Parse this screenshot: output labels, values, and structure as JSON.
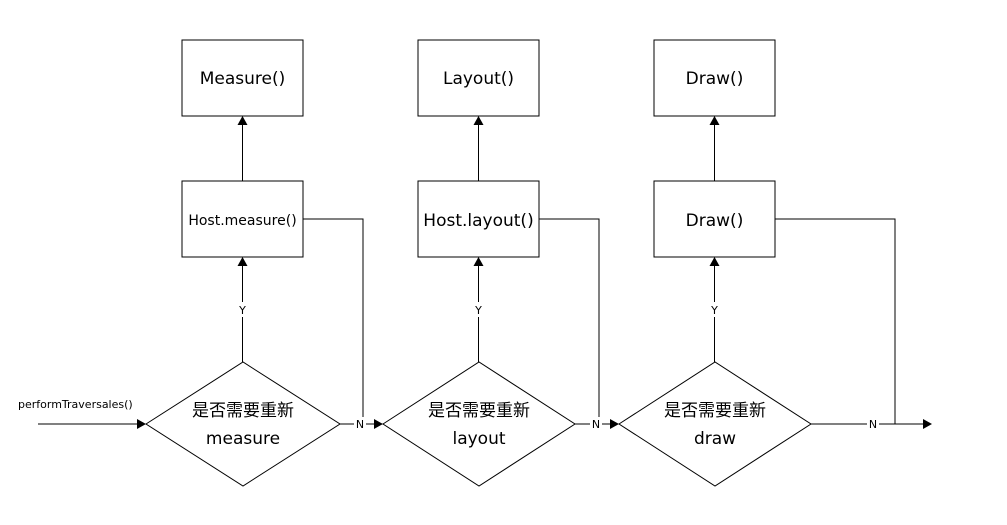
{
  "entry": {
    "label": "performTraversales()"
  },
  "stages": [
    {
      "id": "measure",
      "top_box": "Measure()",
      "host_box": "Host.measure()",
      "decision": [
        "是否需要重新",
        "measure"
      ],
      "yes": "Y",
      "no": "N"
    },
    {
      "id": "layout",
      "top_box": "Layout()",
      "host_box": "Host.layout()",
      "decision": [
        "是否需要重新",
        "layout"
      ],
      "yes": "Y",
      "no": "N"
    },
    {
      "id": "draw",
      "top_box": "Draw()",
      "host_box": "Draw()",
      "decision": [
        "是否需要重新",
        "draw"
      ],
      "yes": "Y",
      "no": "N"
    }
  ]
}
